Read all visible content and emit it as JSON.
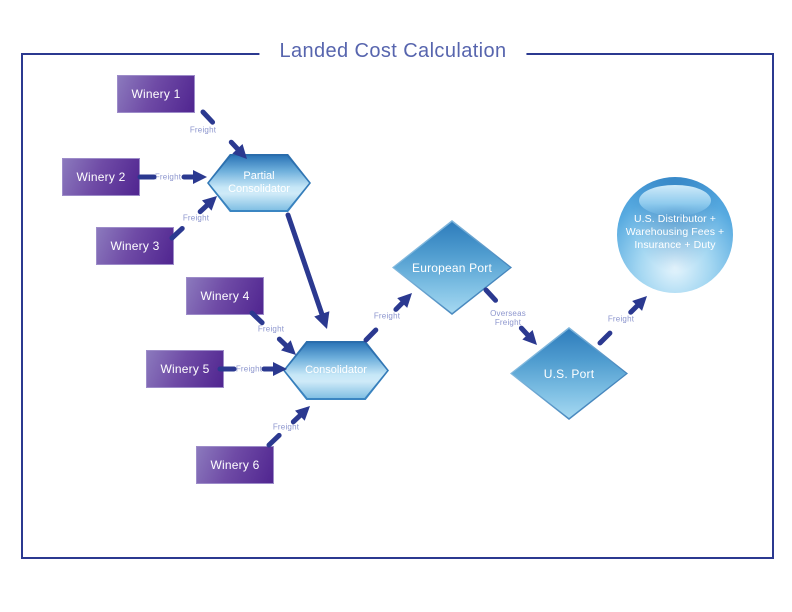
{
  "diagram": {
    "title": "Landed Cost Calculation",
    "nodes": {
      "wineries": [
        {
          "label": "Winery 1"
        },
        {
          "label": "Winery 2"
        },
        {
          "label": "Winery 3"
        },
        {
          "label": "Winery 4"
        },
        {
          "label": "Winery 5"
        },
        {
          "label": "Winery 6"
        }
      ],
      "partial_consolidator": {
        "label": "Partial Consolidator"
      },
      "consolidator": {
        "label": "Consolidator"
      },
      "european_port": {
        "label": "European Port"
      },
      "us_port": {
        "label": "U.S. Port"
      },
      "us_distributor": {
        "lines": [
          "U.S. Distributor +",
          "Warehousing Fees +",
          "Insurance + Duty"
        ]
      }
    },
    "edges": [
      {
        "from": "Winery 1",
        "to": "Partial Consolidator",
        "label": "Freight",
        "style": "dashed"
      },
      {
        "from": "Winery 2",
        "to": "Partial Consolidator",
        "label": "Freight",
        "style": "dashed"
      },
      {
        "from": "Winery 3",
        "to": "Partial Consolidator",
        "label": "Freight",
        "style": "dashed"
      },
      {
        "from": "Partial Consolidator",
        "to": "Consolidator",
        "label": "",
        "style": "solid"
      },
      {
        "from": "Winery 4",
        "to": "Consolidator",
        "label": "Freight",
        "style": "dashed"
      },
      {
        "from": "Winery 5",
        "to": "Consolidator",
        "label": "Freight",
        "style": "dashed"
      },
      {
        "from": "Winery 6",
        "to": "Consolidator",
        "label": "Freight",
        "style": "dashed"
      },
      {
        "from": "Consolidator",
        "to": "European Port",
        "label": "Freight",
        "style": "dashed"
      },
      {
        "from": "European Port",
        "to": "U.S. Port",
        "label": "Overseas Freight",
        "style": "dashed"
      },
      {
        "from": "U.S. Port",
        "to": "U.S. Distributor",
        "label": "Freight",
        "style": "dashed"
      }
    ],
    "colors": {
      "frame": "#2b3990",
      "arrow": "#2b3990",
      "title_text": "#5765ae",
      "edge_label_text": "#8d96ce",
      "winery_gradient": [
        "#8b79bd",
        "#502590"
      ],
      "hub_gradient": [
        "#2d76b8",
        "#cde9f7",
        "#82c0e4"
      ],
      "sphere_gradient": [
        "#e6f5fd",
        "#3990d3"
      ]
    }
  }
}
